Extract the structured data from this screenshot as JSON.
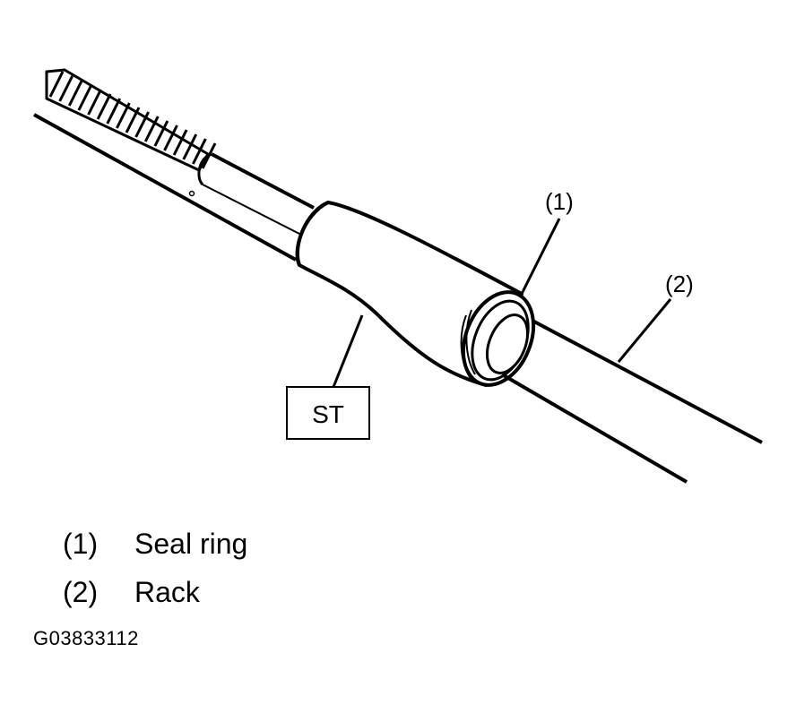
{
  "diagram": {
    "callouts": [
      {
        "id": "1",
        "label": "(1)"
      },
      {
        "id": "2",
        "label": "(2)"
      }
    ],
    "tool_label": "ST"
  },
  "legend": [
    {
      "number": "(1)",
      "text": "Seal ring"
    },
    {
      "number": "(2)",
      "text": "Rack"
    }
  ],
  "figure_id": "G03833112",
  "colors": {
    "line": "#000000",
    "background": "#ffffff"
  }
}
